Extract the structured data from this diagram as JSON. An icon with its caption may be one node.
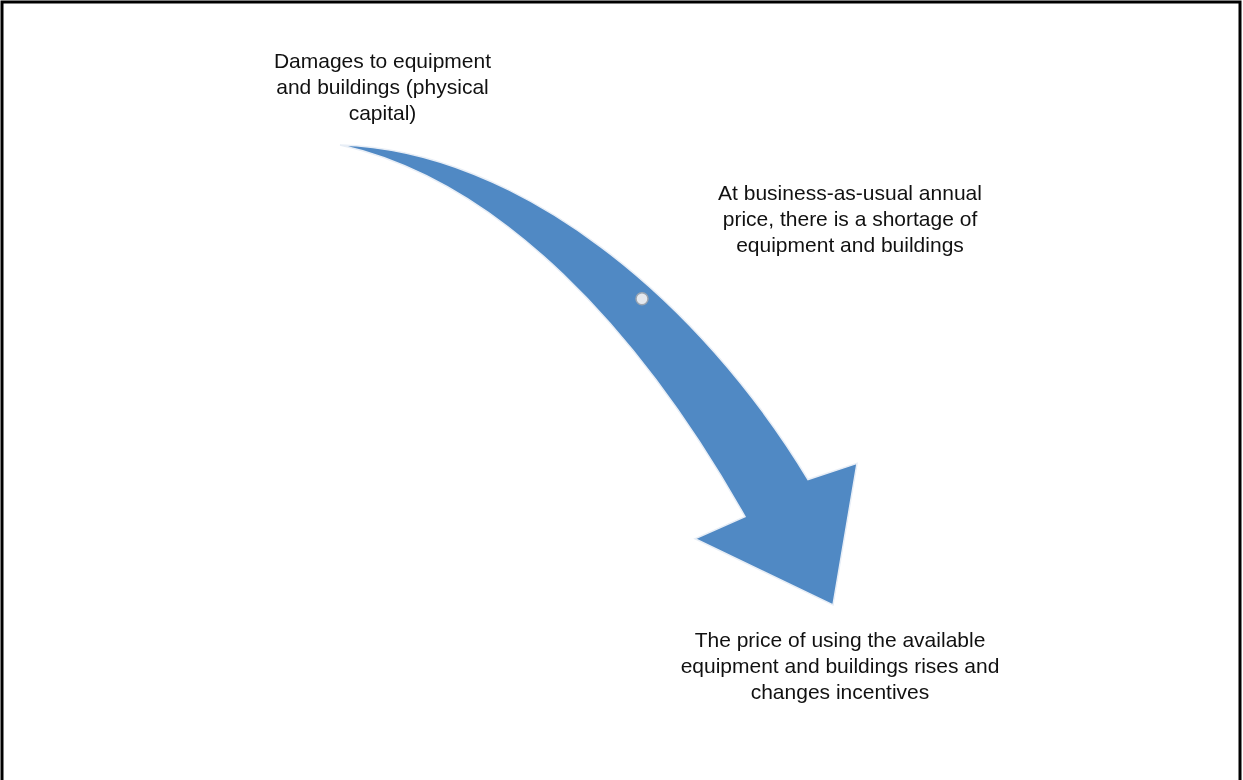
{
  "diagram": {
    "nodes": [
      {
        "text": [
          "Damages to equipment and buildings (physical capital)"
        ]
      },
      {
        "text": [
          "The price of using the available equipment and buildings rises and changes incentives"
        ]
      }
    ],
    "edges": [
      {
        "from": 0,
        "to": 1,
        "arrow": "to",
        "style": "thick",
        "color": "#5089c4"
      }
    ],
    "labels": [
      "At business-as-usual annual price, there is a shortage of equipment and buildings"
    ]
  }
}
